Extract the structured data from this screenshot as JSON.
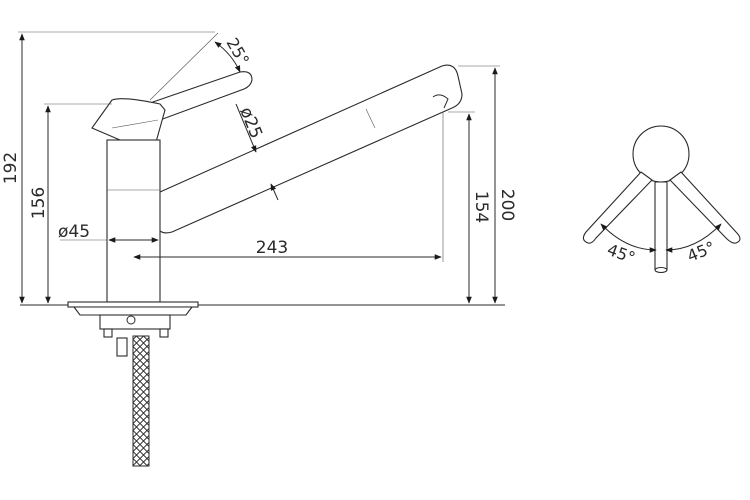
{
  "dimensions": {
    "total_height": "192",
    "body_height": "156",
    "body_diameter": "ø45",
    "spout_reach": "243",
    "spout_height": "154",
    "spout_tip_height": "200",
    "spout_diameter": "ø25",
    "lever_angle": "25°"
  },
  "top_view": {
    "left_angle": "45°",
    "right_angle": "45°"
  },
  "colors": {
    "line": "#2a2a2a",
    "background": "#ffffff"
  }
}
